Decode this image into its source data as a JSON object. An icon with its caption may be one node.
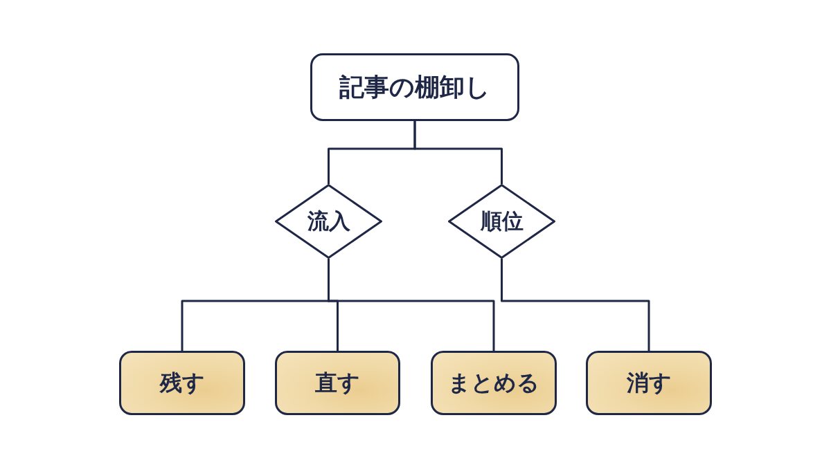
{
  "diagram": {
    "nodes": [
      {
        "text": [
          "記事の棚卸し"
        ]
      },
      {
        "text": [
          "流入"
        ]
      },
      {
        "text": [
          "順位"
        ]
      },
      {
        "text": [
          "残す"
        ]
      },
      {
        "text": [
          "直す"
        ]
      },
      {
        "text": [
          "まとめる"
        ]
      },
      {
        "text": [
          "消す"
        ]
      }
    ],
    "edges": [
      {
        "from": 0,
        "to": 1,
        "arrow": "none"
      },
      {
        "from": 0,
        "to": 2,
        "arrow": "none"
      },
      {
        "from": 1,
        "to": 3,
        "arrow": "none"
      },
      {
        "from": 1,
        "to": 4,
        "arrow": "none"
      },
      {
        "from": 1,
        "to": 5,
        "arrow": "none"
      },
      {
        "from": 2,
        "to": 6,
        "arrow": "none"
      }
    ]
  }
}
